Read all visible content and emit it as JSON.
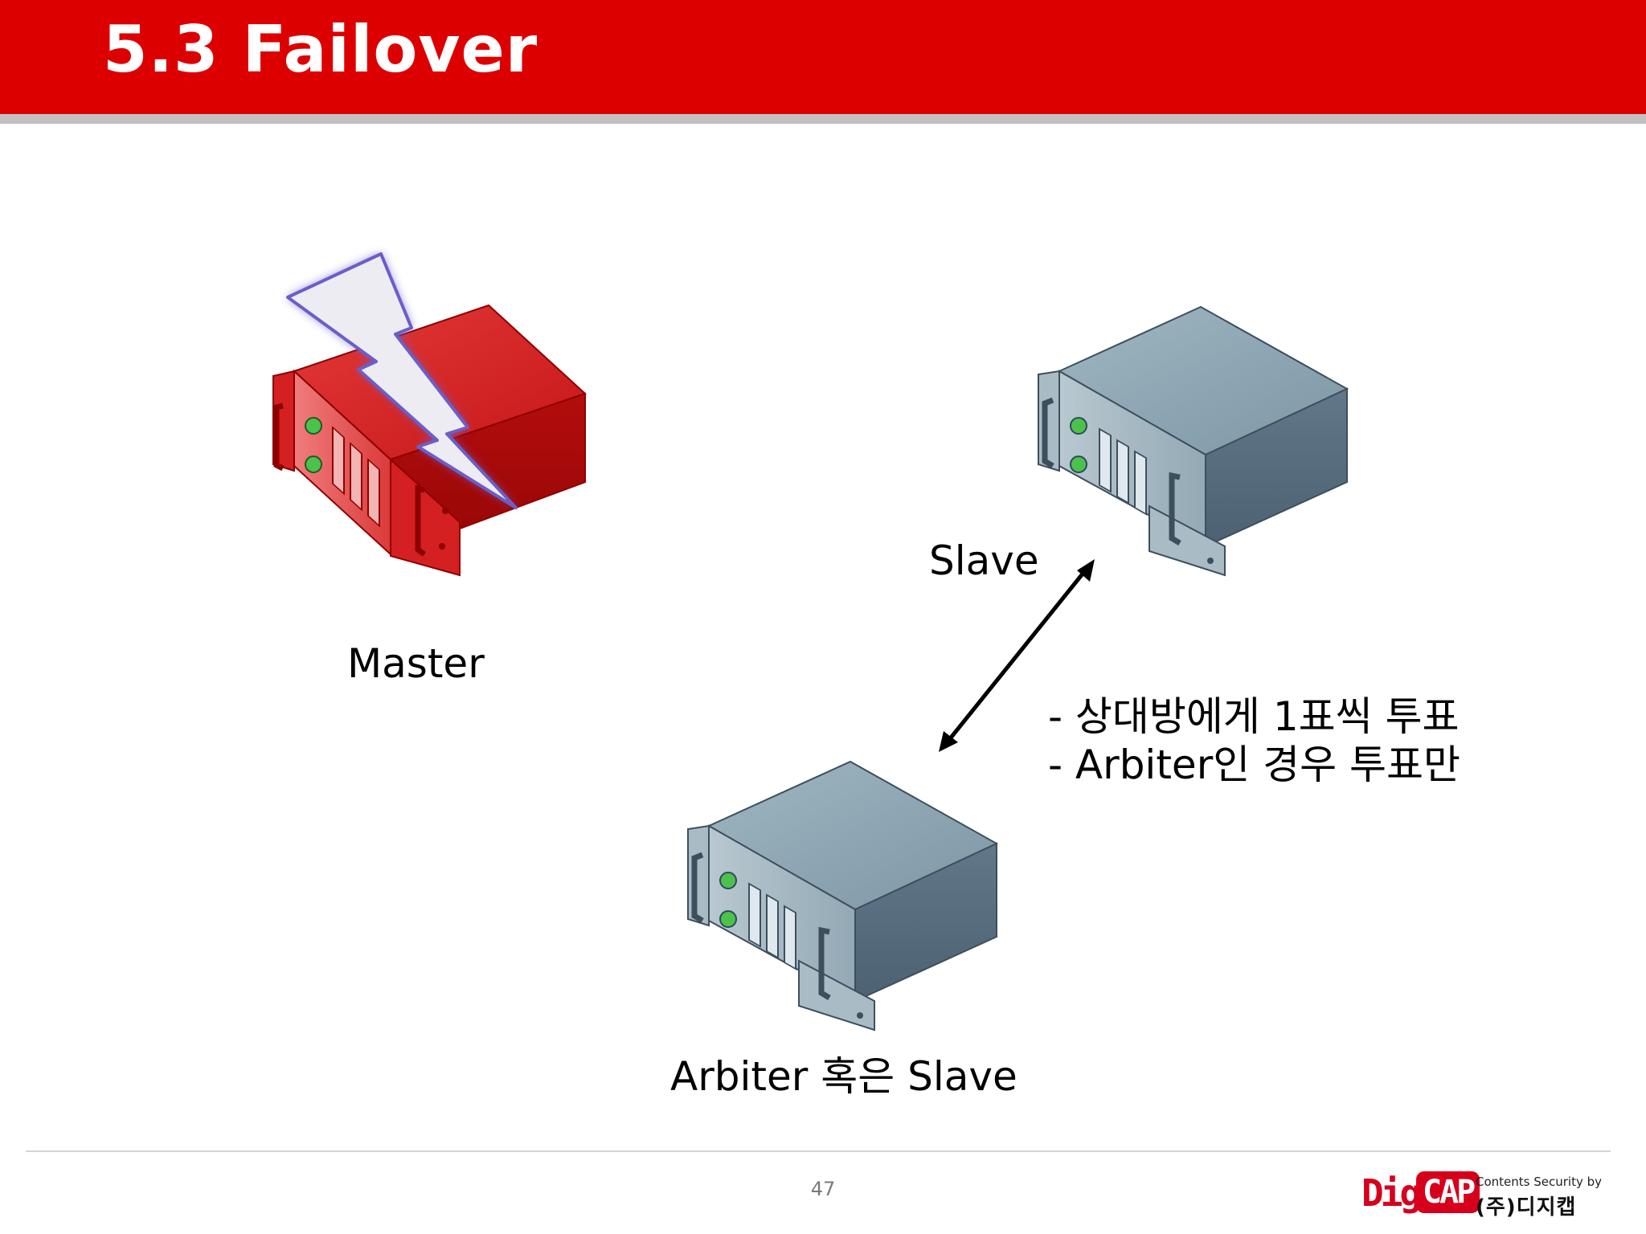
{
  "slide": {
    "title": "5.3  Failover",
    "page_number": "47"
  },
  "diagram": {
    "nodes": [
      {
        "id": "master",
        "label": "Master",
        "status": "failed",
        "color": "#d71a1a"
      },
      {
        "id": "slave",
        "label": "Slave",
        "status": "ok",
        "color": "#7f9aa8"
      },
      {
        "id": "arbiter",
        "label": "Arbiter 혹은 Slave",
        "status": "ok",
        "color": "#7f9aa8"
      }
    ],
    "edges": [
      {
        "from": "slave",
        "to": "arbiter",
        "bidirectional": true
      }
    ],
    "notes": [
      "- 상대방에게 1표씩 투표",
      "- Arbiter인 경우 투표만"
    ]
  },
  "logo": {
    "brand_left": "Digi",
    "brand_right": "CAP",
    "tagline": "Contents Security by",
    "company": "(주)디지캡",
    "brand_color": "#d6001c"
  }
}
